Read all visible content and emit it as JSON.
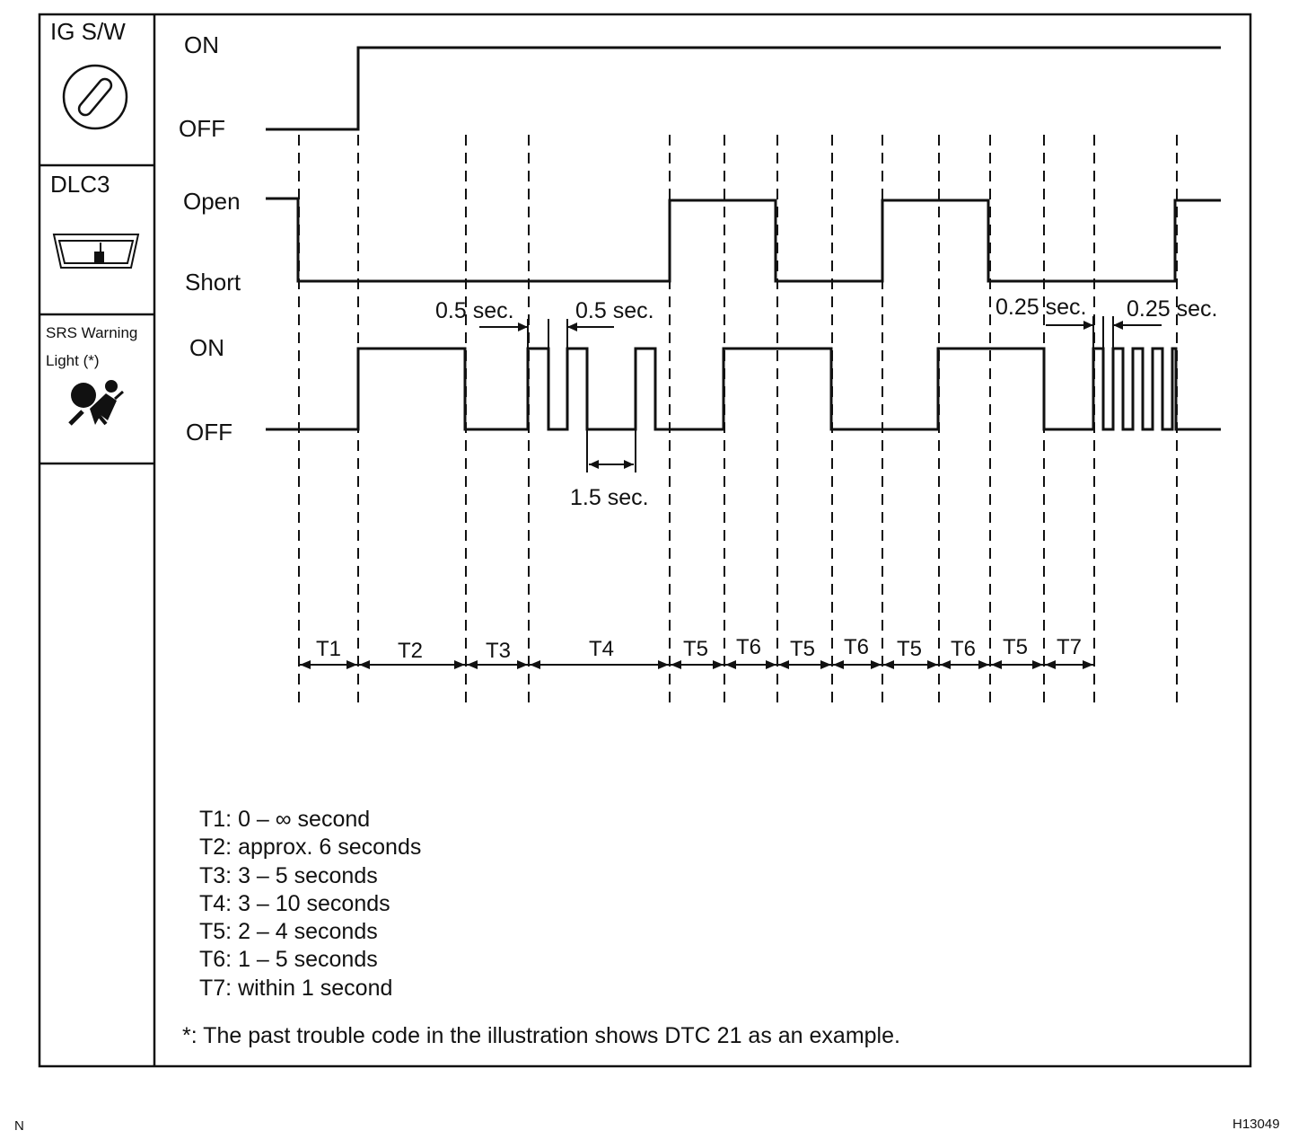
{
  "sidebar": {
    "ig_sw": "IG S/W",
    "dlc3": "DLC3",
    "srs_line1": "SRS Warning",
    "srs_line2": "Light (*)"
  },
  "signals": {
    "ig": {
      "on": "ON",
      "off": "OFF"
    },
    "dlc": {
      "open": "Open",
      "short": "Short"
    },
    "srs": {
      "on": "ON",
      "off": "OFF"
    }
  },
  "annotations": {
    "half_left": "0.5 sec.",
    "half_right": "0.5 sec.",
    "one_half": "1.5 sec.",
    "quarter_left": "0.25 sec.",
    "quarter_right": "0.25 sec."
  },
  "intervals": [
    "T1",
    "T2",
    "T3",
    "T4",
    "T5",
    "T6",
    "T5",
    "T6",
    "T5",
    "T6",
    "T5",
    "T7"
  ],
  "legend": [
    "T1: 0 – ∞ second",
    "T2: approx. 6 seconds",
    "T3: 3 – 5 seconds",
    "T4: 3 – 10 seconds",
    "T5: 2 – 4 seconds",
    "T6: 1 – 5 seconds",
    "T7: within 1 second"
  ],
  "footnote": "*: The past trouble code in the illustration shows DTC 21 as an example.",
  "corner_left": "N",
  "corner_right": "H13049"
}
